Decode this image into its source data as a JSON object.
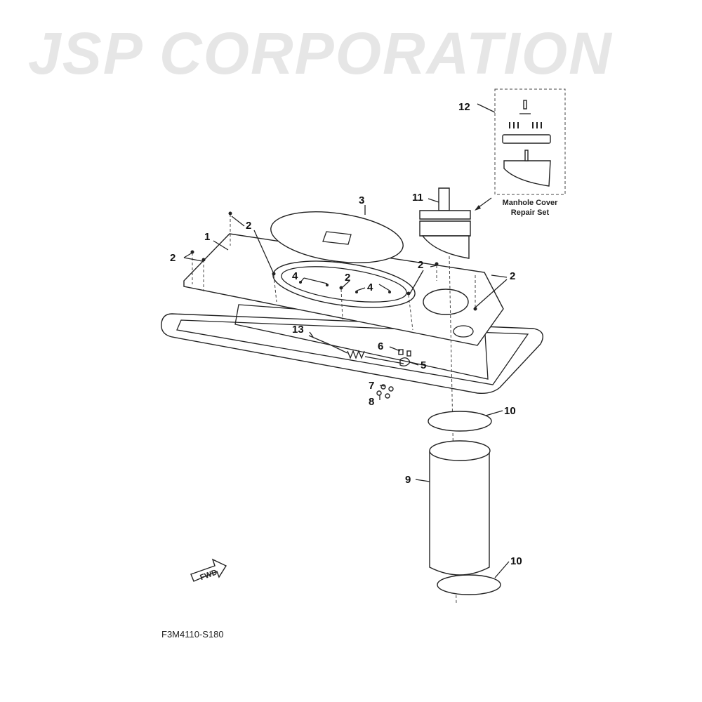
{
  "watermark": "JSP CORPORATION",
  "diagram_code": "F3M4110-S180",
  "repair_set_caption": {
    "line1": "Manhole Cover",
    "line2": "Repair Set"
  },
  "fwd_label": "FWD",
  "callouts": {
    "p1": "1",
    "p2a": "2",
    "p2b": "2",
    "p2c": "2",
    "p2d": "2",
    "p2e": "2",
    "p3": "3",
    "p4a": "4",
    "p4b": "4",
    "p5": "5",
    "p6": "6",
    "p7": "7",
    "p8": "8",
    "p9": "9",
    "p10a": "10",
    "p10b": "10",
    "p11": "11",
    "p12": "12",
    "p13": "13"
  }
}
